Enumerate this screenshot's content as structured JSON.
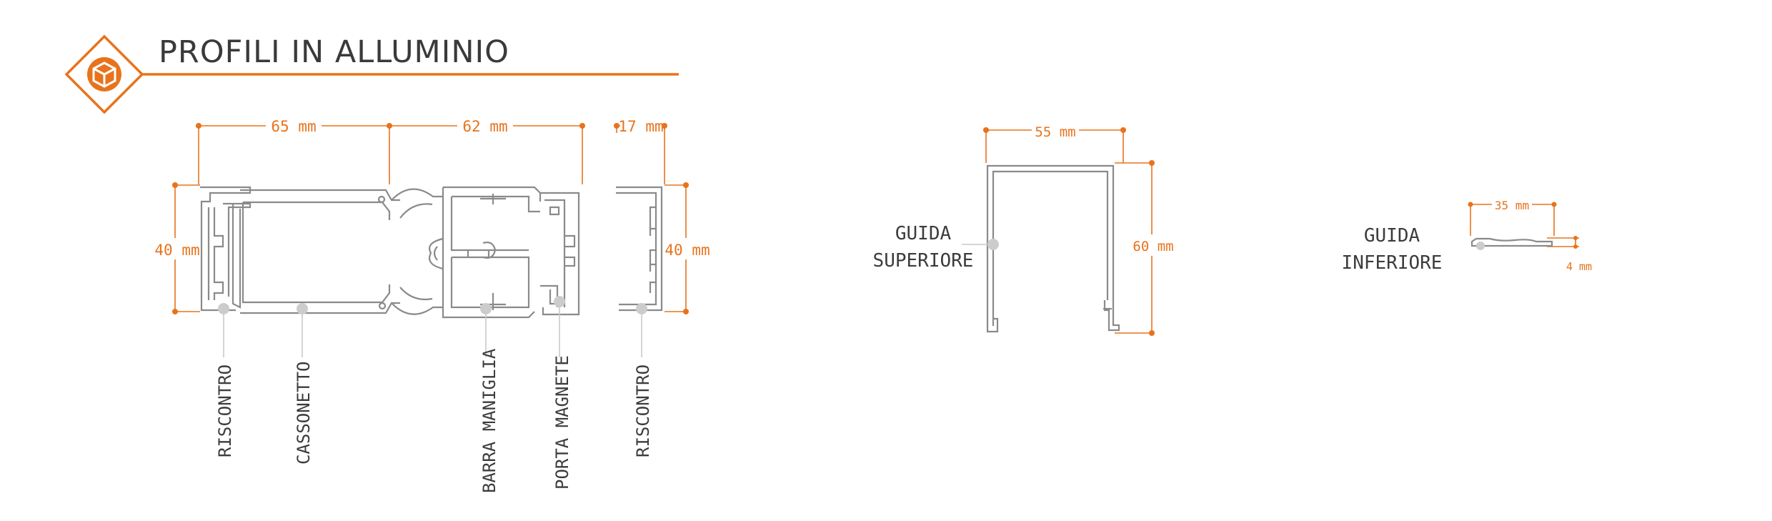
{
  "header": {
    "title": "PROFILI IN ALLUMINIO",
    "accent_color": "#e8731c",
    "icon": "cube-icon"
  },
  "main_profile": {
    "dims": {
      "width_left": "65 mm",
      "width_right": "62 mm",
      "height_left": "40 mm"
    },
    "labels": {
      "riscontro": "RISCONTRO",
      "cassonetto": "CASSONETTO",
      "barra_maniglia": "BARRA MANIGLIA",
      "porta_magnete": "PORTA MAGNETE"
    }
  },
  "riscontro_profile": {
    "dims": {
      "width": "17 mm",
      "height": "40 mm"
    },
    "label": "RISCONTRO"
  },
  "guida_superiore": {
    "label_line1": "GUIDA",
    "label_line2": "SUPERIORE",
    "dims": {
      "width": "55 mm",
      "height": "60 mm"
    }
  },
  "guida_inferiore": {
    "label_line1": "GUIDA",
    "label_line2": "INFERIORE",
    "dims": {
      "width": "35 mm",
      "height": "4 mm"
    }
  }
}
